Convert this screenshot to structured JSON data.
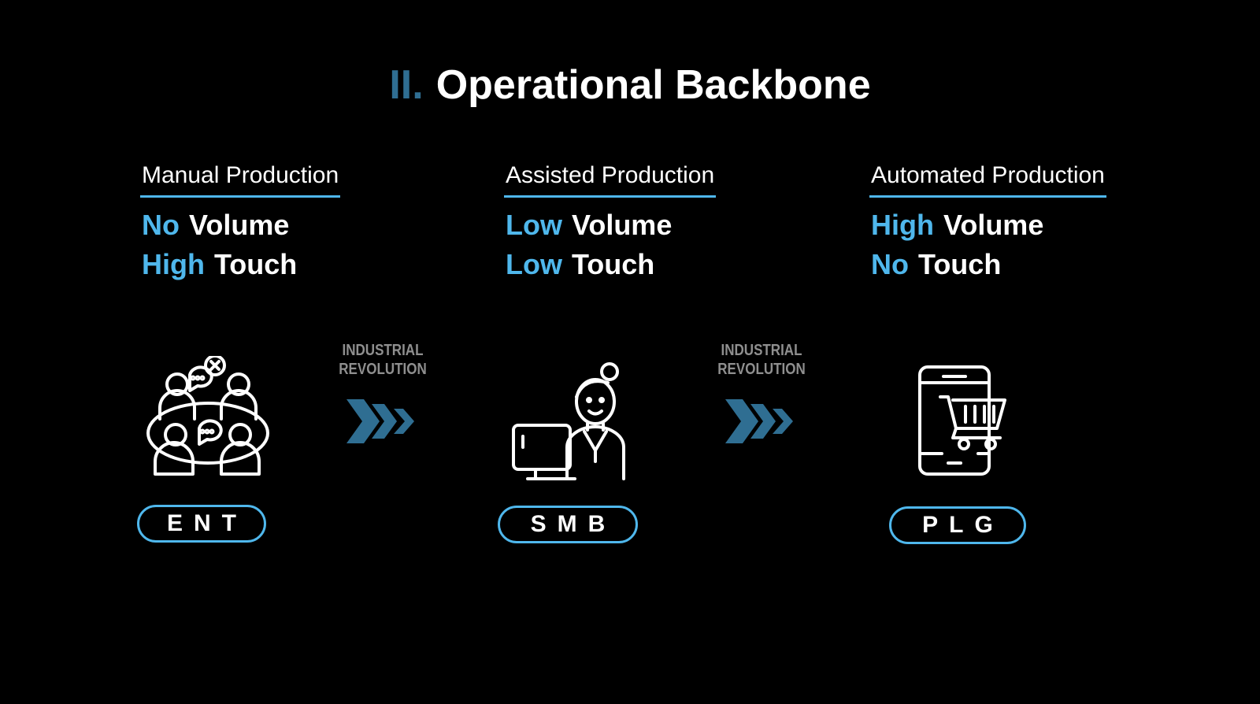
{
  "title": {
    "numeral": "II.",
    "text": "Operational Backbone"
  },
  "colors": {
    "background": "#000000",
    "accent": "#4fb7ec",
    "numeral": "#2f6e92",
    "chevron": "#2f6e92",
    "transition_text": "#8f8f8f"
  },
  "columns": [
    {
      "header": "Manual Production",
      "volume_level": "No",
      "volume_label": "Volume",
      "touch_level": "High",
      "touch_label": "Touch",
      "icon": "team-meeting-icon",
      "segment": "ENT"
    },
    {
      "header": "Assisted Production",
      "volume_level": "Low",
      "volume_label": "Volume",
      "touch_level": "Low",
      "touch_label": "Touch",
      "icon": "sales-rep-icon",
      "segment": "SMB"
    },
    {
      "header": "Automated Production",
      "volume_level": "High",
      "volume_label": "Volume",
      "touch_level": "No",
      "touch_label": "Touch",
      "icon": "mobile-shopping-cart-icon",
      "segment": "PLG"
    }
  ],
  "transitions": [
    {
      "label": "INDUSTRIAL\nREVOLUTION",
      "icon": "chevrons-right-icon"
    },
    {
      "label": "INDUSTRIAL\nREVOLUTION",
      "icon": "chevrons-right-icon"
    }
  ]
}
